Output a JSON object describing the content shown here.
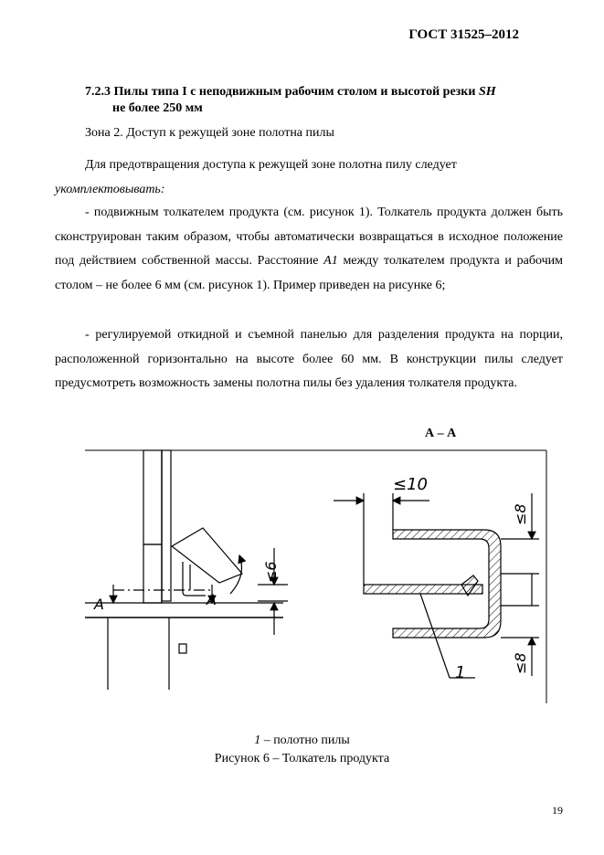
{
  "header": {
    "standard": "ГОСТ 31525–2012"
  },
  "section": {
    "number": "7.2.3",
    "title_part1": "Пилы типа I  с неподвижным рабочим столом и высотой резки",
    "title_sh": "SH",
    "title_part2": "не более 250 мм"
  },
  "zone": "Зона 2. Доступ к режущей зоне полотна пилы",
  "paragraphs": {
    "p1_lead": "Для предотвращения доступа к режущей зоне полотна пилу следует",
    "p1_italic": "укомплектовывать:",
    "p2_a": "- подвижным толкателем продукта (см. рисунок 1). Толкатель продукта должен быть сконструирован таким образом, чтобы автоматически возвращаться в исходное положение под действием собственной массы. Расстояние",
    "p2_a1": "A1",
    "p2_b": "между толкателем продукта и рабочим столом – не более 6 мм (см. рисунок 1). Пример приведен на рисунке 6;",
    "p3": "- регулируемой откидной и съемной панелью для разделения продукта на порции, расположенной горизонтально на высоте более 60 мм. В конструкции пилы следует предусмотреть возможность замены полотна пилы без удаления толкателя продукта."
  },
  "figure": {
    "section_label": "А – А",
    "dim_top": "≤10",
    "dim_right_top": "≤8",
    "dim_right_bottom": "≤8",
    "dim_left": "≤6",
    "arrow_a_left": "A",
    "arrow_a_right": "A",
    "callout_number": "1",
    "legend_number": "1",
    "legend_text": "– полотно пилы",
    "caption": "Рисунок 6 – Толкатель продукта"
  },
  "page_number": "19"
}
